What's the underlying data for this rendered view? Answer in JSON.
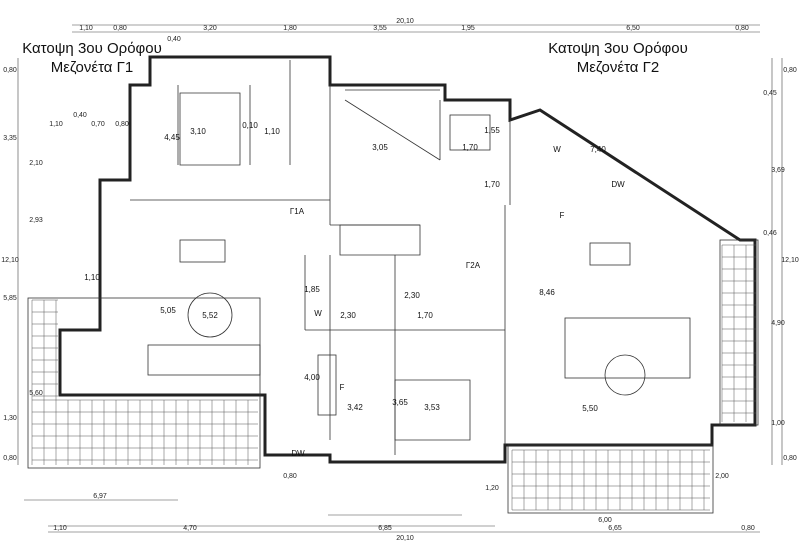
{
  "titles": {
    "left_line1": "Κατοψη 3ου Ορόφου",
    "left_line2": "Μεζονέτα Γ1",
    "right_line1": "Κατοψη 3ου Ορόφου",
    "right_line2": "Μεζονέτα Γ2"
  },
  "dims_top": [
    "1,10",
    "0,80",
    "3,20",
    "1,80",
    "3,55",
    "1,95",
    "6,50",
    "0,80",
    "20,10",
    "0,40"
  ],
  "dims_bottom": [
    "1,10",
    "4,70",
    "6,85",
    "6,65",
    "0,80",
    "20,10",
    "6,00",
    "6,97",
    "0,80",
    "1,20",
    "2,00"
  ],
  "dims_left": [
    "0,80",
    "3,35",
    "2,10",
    "12,10",
    "2,93",
    "5,85",
    "5,60",
    "1,30",
    "0,80",
    "0,40",
    "1,10",
    "0,70",
    "0,80"
  ],
  "dims_right": [
    "0,80",
    "0,45",
    "3,69",
    "12,10",
    "0,46",
    "4,90",
    "1,00",
    "0,80"
  ],
  "interior": [
    "3,10",
    "0,10",
    "1,10",
    "4,45",
    "3,05",
    "1,70",
    "1,55",
    "7,40",
    "1,70",
    "5,05",
    "5,52",
    "1,10",
    "1,85",
    "2,30",
    "2,30",
    "1,70",
    "4,00",
    "3,42",
    "3,65",
    "3,53",
    "8,46",
    "5,50"
  ],
  "room_labels": [
    "Γ1Α",
    "Γ2Α",
    "DW",
    "DW",
    "W",
    "W",
    "F",
    "F"
  ]
}
